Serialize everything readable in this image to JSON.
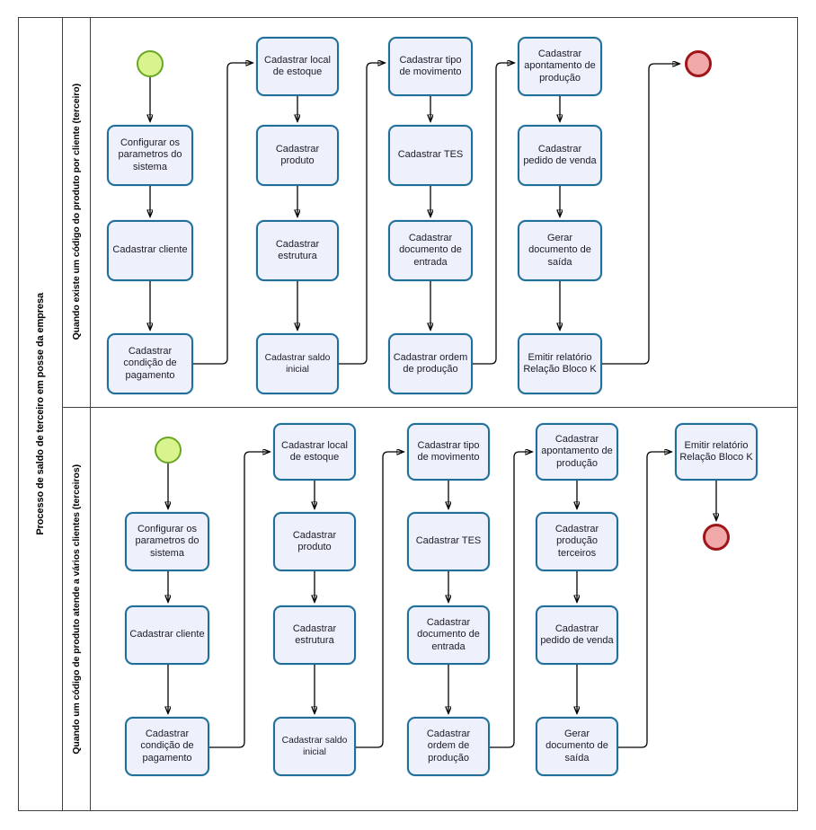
{
  "pool": {
    "title": "Processo de saldo de terceiro em posse da empresa"
  },
  "lanes": [
    {
      "id": "lane-1",
      "label": "Quando existe um código do produto por cliente (terceiro)",
      "start_event": "start-event",
      "end_event": "end-event",
      "columns": [
        {
          "id": "col-1",
          "tasks": [
            "Configurar os parametros do sistema",
            "Cadastrar cliente",
            "Cadastrar condição de pagamento"
          ]
        },
        {
          "id": "col-2",
          "tasks": [
            "Cadastrar local de estoque",
            "Cadastrar produto",
            "Cadastrar estrutura",
            "Cadastrar saldo inicial"
          ]
        },
        {
          "id": "col-3",
          "tasks": [
            "Cadastrar tipo de movimento",
            "Cadastrar TES",
            "Cadastrar documento de entrada",
            "Cadastrar ordem de produção"
          ]
        },
        {
          "id": "col-4",
          "tasks": [
            "Cadastrar apontamento de produção",
            "Cadastrar pedido de venda",
            "Gerar documento de saída",
            "Emitir relatório Relação Bloco K"
          ]
        }
      ]
    },
    {
      "id": "lane-2",
      "label": "Quando um código de produto atende a vários clientes (terceiros)",
      "start_event": "start-event",
      "end_event": "end-event",
      "columns": [
        {
          "id": "col-1",
          "tasks": [
            "Configurar os parametros do sistema",
            "Cadastrar cliente",
            "Cadastrar condição de pagamento"
          ]
        },
        {
          "id": "col-2",
          "tasks": [
            "Cadastrar local de estoque",
            "Cadastrar produto",
            "Cadastrar estrutura",
            "Cadastrar saldo inicial"
          ]
        },
        {
          "id": "col-3",
          "tasks": [
            "Cadastrar tipo de movimento",
            "Cadastrar TES",
            "Cadastrar documento de entrada",
            "Cadastrar ordem de produção"
          ]
        },
        {
          "id": "col-4",
          "tasks": [
            "Cadastrar apontamento de produção",
            "Cadastrar produção terceiros",
            "Cadastrar pedido de venda",
            "Gerar documento de saída"
          ]
        },
        {
          "id": "col-5",
          "tasks": [
            "Emitir relatório Relação Bloco K"
          ]
        }
      ]
    }
  ],
  "colors": {
    "task_border": "#1f6f9a",
    "task_fill": "#eef0fb",
    "start_fill": "#d9f48e",
    "start_border": "#6aa724",
    "end_fill": "#f0a8a8",
    "end_border": "#a01519",
    "frame": "#404040",
    "connector": "#000000"
  }
}
